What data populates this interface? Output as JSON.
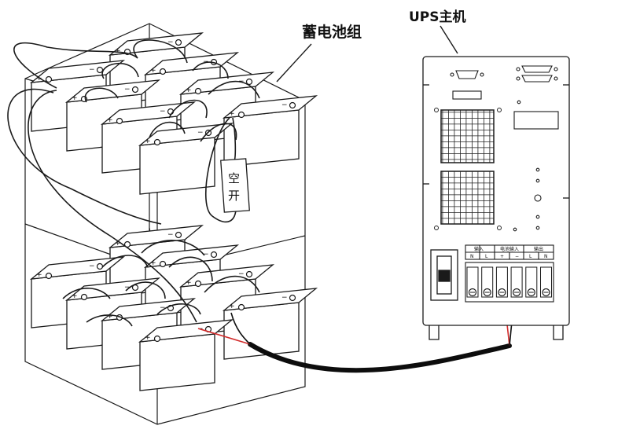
{
  "labels": {
    "battery_pack": "蓄电池组",
    "ups_host": "UPS主机",
    "breaker": "空开"
  },
  "terminal_block": {
    "groups": [
      "输入",
      "电池输入",
      "输出"
    ],
    "terminals": [
      "N",
      "L",
      "+",
      "−",
      "L",
      "N"
    ]
  },
  "battery_marks": {
    "positive": "+",
    "negative": "−"
  },
  "colors": {
    "line": "#1a1a1a",
    "battery_fill": "#ffffff",
    "cable": "#0d0d0d",
    "positive_wire": "#d22b2b",
    "negative_wire": "#111111"
  },
  "icons": [
    "battery-cell-icon",
    "breaker-switch-icon",
    "vent-grille-icon",
    "db-connector-icon",
    "terminal-block-icon"
  ]
}
